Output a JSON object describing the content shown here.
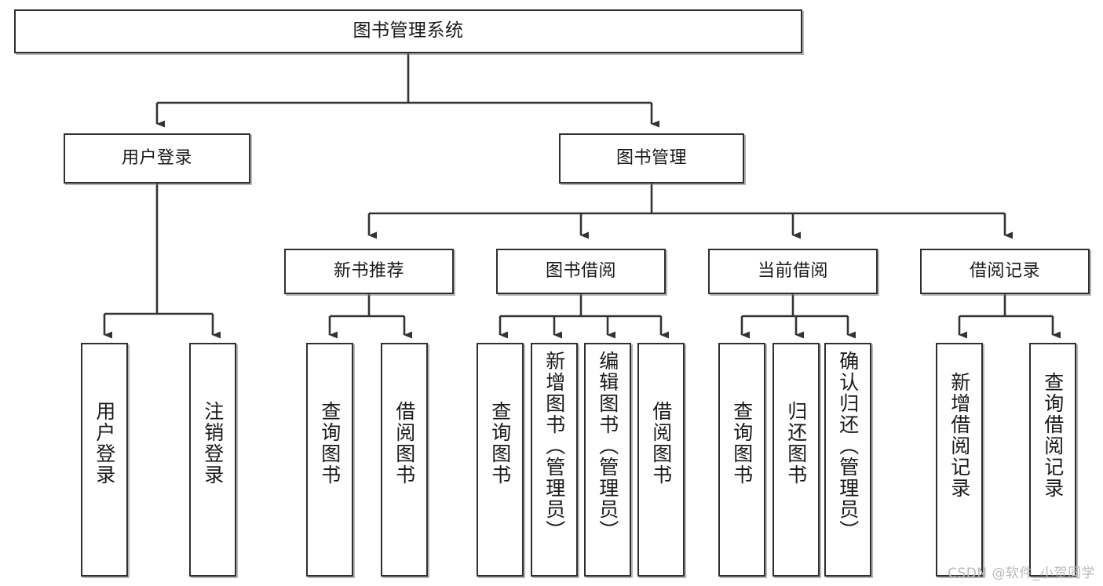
{
  "diagram": {
    "type": "tree-hierarchy",
    "title": "图书管理系统",
    "watermark": "CSDN @软件_小贺同学",
    "colors": {
      "background": "#ffffff",
      "border": "#2f2f2f",
      "text": "#1a1a1a",
      "edge": "#333333",
      "watermark": "#b9b9b9"
    },
    "nodes": {
      "root": {
        "label": "图书管理系统"
      },
      "level1": [
        {
          "id": "user-login",
          "label": "用户登录"
        },
        {
          "id": "book-manage",
          "label": "图书管理"
        }
      ],
      "level2": [
        {
          "id": "new-book-recommend",
          "label": "新书推荐"
        },
        {
          "id": "book-borrow",
          "label": "图书借阅"
        },
        {
          "id": "current-borrow",
          "label": "当前借阅"
        },
        {
          "id": "borrow-record",
          "label": "借阅记录"
        }
      ],
      "leaves": {
        "user-login": [
          {
            "id": "leaf-user-login",
            "label": "用户登录"
          },
          {
            "id": "leaf-logout-login",
            "label": "注销登录"
          }
        ],
        "new-book-recommend": [
          {
            "id": "leaf-query-book-1",
            "label": "查询图书"
          },
          {
            "id": "leaf-borrow-book-1",
            "label": "借阅图书"
          }
        ],
        "book-borrow": [
          {
            "id": "leaf-query-book-2",
            "label": "查询图书"
          },
          {
            "id": "leaf-add-book",
            "label": "新增图书（管理员）"
          },
          {
            "id": "leaf-edit-book",
            "label": "编辑图书（管理员）"
          },
          {
            "id": "leaf-borrow-book-2",
            "label": "借阅图书"
          }
        ],
        "current-borrow": [
          {
            "id": "leaf-query-book-3",
            "label": "查询图书"
          },
          {
            "id": "leaf-return-book",
            "label": "归还图书"
          },
          {
            "id": "leaf-confirm-return",
            "label": "确认归还（管理员）"
          }
        ],
        "borrow-record": [
          {
            "id": "leaf-add-record",
            "label": "新增借阅记录"
          },
          {
            "id": "leaf-query-record",
            "label": "查询借阅记录"
          }
        ]
      }
    }
  }
}
